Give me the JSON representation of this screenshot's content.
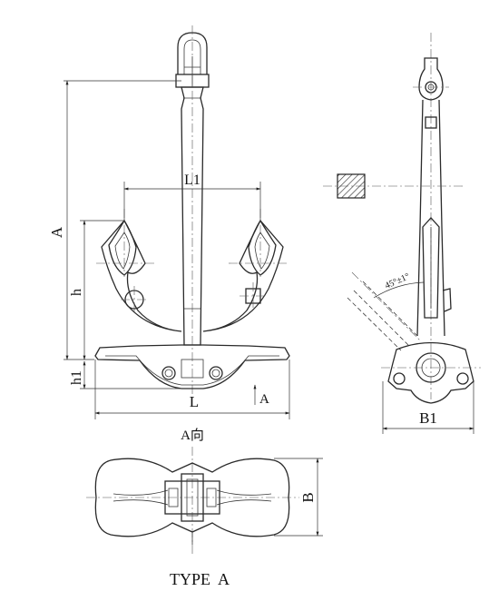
{
  "labels": {
    "A": "A",
    "h": "h",
    "h1": "h1",
    "L1": "L1",
    "L": "L",
    "A_arrow": "A",
    "A_view": "A向",
    "B": "B",
    "B1": "B1",
    "angle": "45°±1°",
    "caption": "TYPE  A"
  }
}
